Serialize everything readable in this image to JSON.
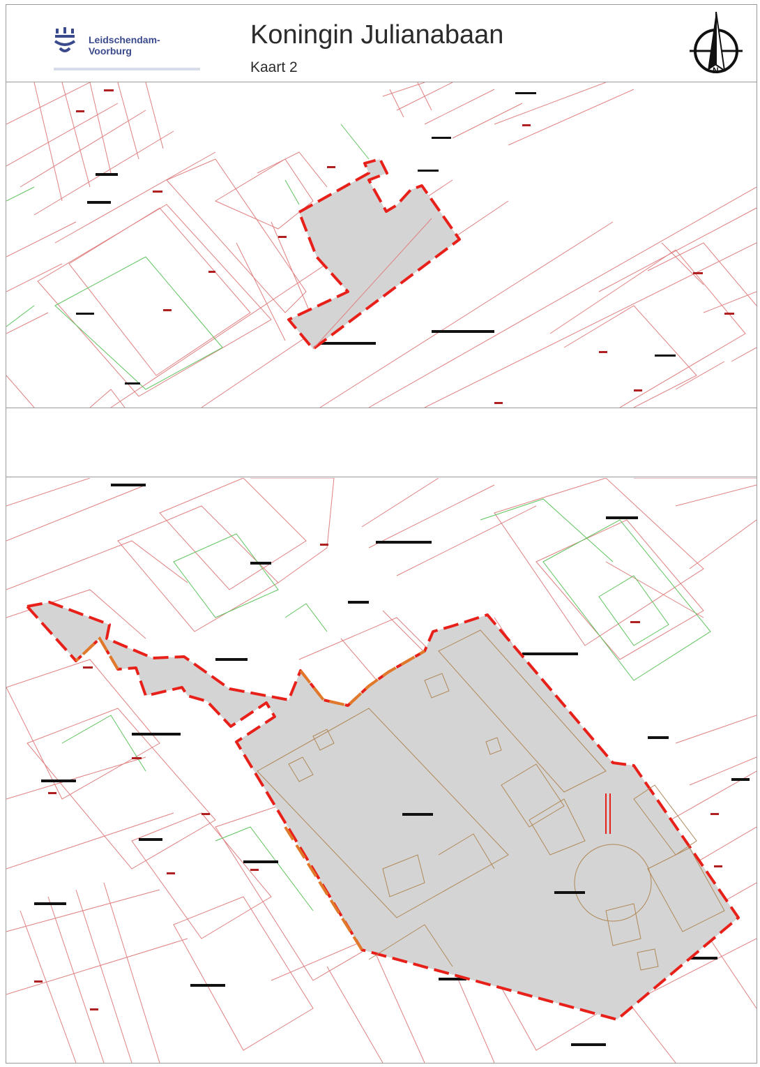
{
  "header": {
    "logo": {
      "name_line1": "Leidschendam-",
      "name_line2": "Voorburg"
    },
    "title": "Koningin Julianabaan",
    "subtitle": "Kaart 2",
    "compass_icon": "north-arrow-icon"
  },
  "colors": {
    "parcel_line": "#e08080",
    "building_line": "#5ec45e",
    "boundary": "#e8201a",
    "boundary_alt": "#e07a2a",
    "plan_fill": "#d4d4d4"
  }
}
